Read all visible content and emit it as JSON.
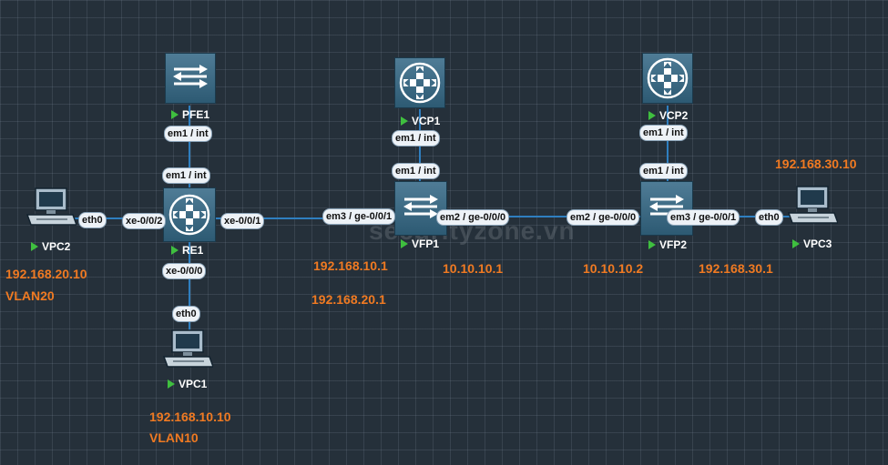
{
  "devices": {
    "pfe1": {
      "name": "PFE1",
      "icon": "switch-icon"
    },
    "re1": {
      "name": "RE1",
      "icon": "router-icon"
    },
    "vcp1": {
      "name": "VCP1",
      "icon": "router-icon"
    },
    "vfp1": {
      "name": "VFP1",
      "icon": "switch-icon"
    },
    "vcp2": {
      "name": "VCP2",
      "icon": "router-icon"
    },
    "vfp2": {
      "name": "VFP2",
      "icon": "switch-icon"
    },
    "vpc1": {
      "name": "VPC1",
      "icon": "pc-icon"
    },
    "vpc2": {
      "name": "VPC2",
      "icon": "pc-icon"
    },
    "vpc3": {
      "name": "VPC3",
      "icon": "pc-icon"
    }
  },
  "ports": {
    "pfe1_em1": "em1 / int",
    "re1_em1": "em1 / int",
    "vcp1_em1": "em1 / int",
    "vfp1_em1": "em1 / int",
    "vcp2_em1": "em1 / int",
    "vfp2_em1": "em1 / int",
    "vpc2_eth0": "eth0",
    "re1_xe002": "xe-0/0/2",
    "re1_xe001": "xe-0/0/1",
    "re1_xe000": "xe-0/0/0",
    "vpc1_eth0": "eth0",
    "vfp1_em3": "em3 / ge-0/0/1",
    "vfp1_em2": "em2 / ge-0/0/0",
    "vfp2_em2": "em2 / ge-0/0/0",
    "vfp2_em3": "em3 / ge-0/0/1",
    "vpc3_eth0": "eth0"
  },
  "addresses": {
    "vpc2_ip": "192.168.20.10",
    "vpc2_vlan": "VLAN20",
    "vpc1_ip": "192.168.10.10",
    "vpc1_vlan": "VLAN10",
    "gw10": "192.168.10.1",
    "gw20": "192.168.20.1",
    "vfp1_core": "10.10.10.1",
    "vfp2_core": "10.10.10.2",
    "gw30": "192.168.30.1",
    "vpc3_ip": "192.168.30.10"
  },
  "colors": {
    "link": "#2f7fc0",
    "ip_text": "#f07a22",
    "status_running": "#3fbf3f"
  }
}
